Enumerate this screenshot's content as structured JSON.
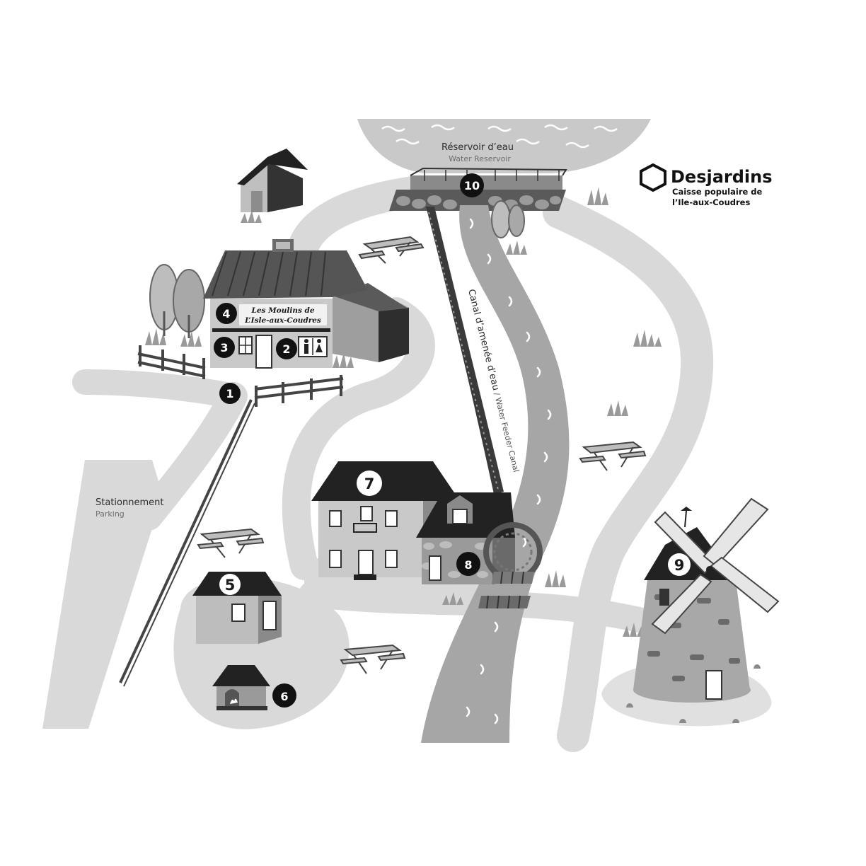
{
  "reservoir": {
    "label_fr": "Réservoir d’eau",
    "label_en": "Water Reservoir"
  },
  "canal": {
    "label_fr": "Canal d’amenée d’eau",
    "label_en": " / Water Feeder Canal"
  },
  "parking": {
    "label_fr": "Stationnement",
    "label_en": "Parking"
  },
  "sponsor": {
    "name": "Desjardins",
    "line1": "Caisse populaire de",
    "line2": "l’Ile-aux-Coudres"
  },
  "sign": {
    "line1": "Les Moulins de",
    "line2": "L’Isle-aux-Coudres"
  },
  "markers": {
    "m1": "1",
    "m2": "2",
    "m3": "3",
    "m4": "4",
    "m5": "5",
    "m6": "6",
    "m7": "7",
    "m8": "8",
    "m9": "9",
    "m10": "10"
  },
  "colors": {
    "path": "#d9d9d9",
    "river": "#a6a6a6",
    "roof": "#222222",
    "wall": "#c4c4c4",
    "marker": "#111111"
  }
}
